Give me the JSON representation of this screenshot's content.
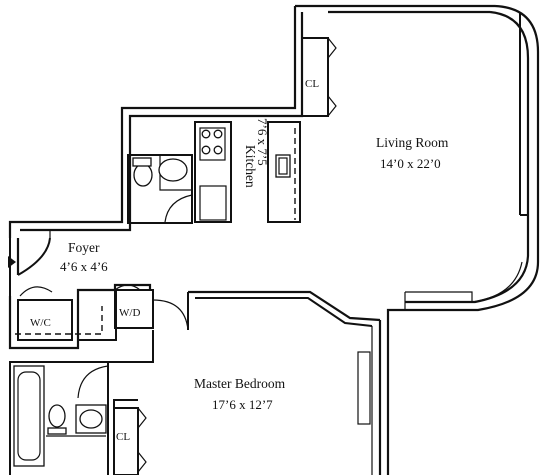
{
  "rooms": {
    "living_room": {
      "name": "Living Room",
      "dimensions": "14’0 x 22’0"
    },
    "kitchen": {
      "name": "Kitchen",
      "dimensions": "7’6 x 7’5"
    },
    "foyer": {
      "name": "Foyer",
      "dimensions": "4’6 x 4’6"
    },
    "master_bedroom": {
      "name": "Master Bedroom",
      "dimensions": "17’6 x 12’7"
    }
  },
  "closets": {
    "living_room_closet": "CL",
    "bedroom_closet": "CL",
    "walk_in_closet": "W/C",
    "washer_dryer": "W/D"
  },
  "icons": [
    "entrance-arrow-icon",
    "stove-icon",
    "sink-icon",
    "toilet-icon",
    "bathtub-icon"
  ]
}
